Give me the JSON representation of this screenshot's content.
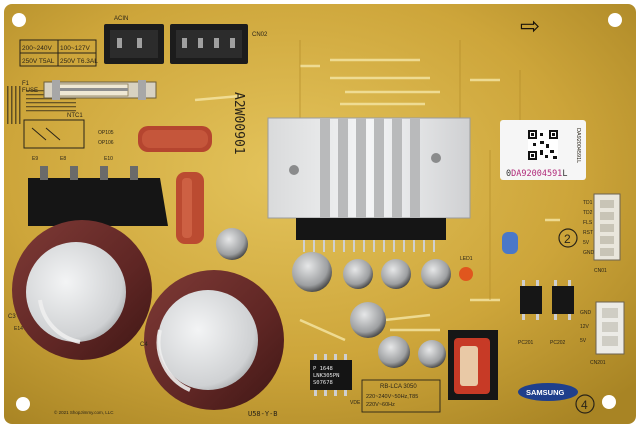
{
  "board": {
    "voltage_table": {
      "rows": [
        [
          "200~240V",
          "100~127V"
        ],
        [
          "250V T5AL",
          "250V T6.3AL"
        ]
      ]
    },
    "fuse": {
      "label": "FUSE",
      "ref": "F1"
    },
    "ntc_label": "NTC1",
    "relay_label": "A2W00901",
    "connectors": {
      "acin": "ACIN",
      "cn02": "CN02",
      "cn01": "CN01",
      "cn201": "CN201"
    },
    "sticker": {
      "part_number_prefix": "0",
      "part_number_highlight": "DA92004591",
      "part_number_suffix": "L",
      "vertical_text": "DA92004591L"
    },
    "circle_marks": [
      "2",
      "4"
    ],
    "arrow_glyph": "⇨",
    "ic_label": {
      "line1": "P  1648",
      "line2": "LNK305PN",
      "line3": "S07678"
    },
    "spec_box": {
      "title": "RB-LCA  3050",
      "line1": "220~240V~50Hz,T85",
      "line2": "220V~60Hz"
    },
    "vde_label": "VDE",
    "bottom_code": "U58-Y-B",
    "copyright": "© 2021 ShopJimmy.com, LLC",
    "brand_logo": "SAMSUNG",
    "cap_label_c4": "C4",
    "cap_label_c3": "C3",
    "led_label": "LED1",
    "pin_labels_right": [
      "TD1",
      "TD2",
      "FLS",
      "RST",
      "5V",
      "GND"
    ],
    "pin_labels_bottom": [
      "GND",
      "12V",
      "5V"
    ],
    "opto_labels": [
      "PC201",
      "PC202"
    ],
    "side_marks": [
      "E9",
      "E8",
      "E10",
      "E14",
      "OP105",
      "OP106"
    ]
  },
  "colors": {
    "pcb_base": "#c9a235",
    "pcb_light": "#e2c25a",
    "pcb_dark": "#9e7a1f",
    "heatsink": "#e8e9ea",
    "cap_body": "#6b2e2c",
    "cap_top": "#d7d8d9",
    "connector": "#1b1b1b"
  }
}
